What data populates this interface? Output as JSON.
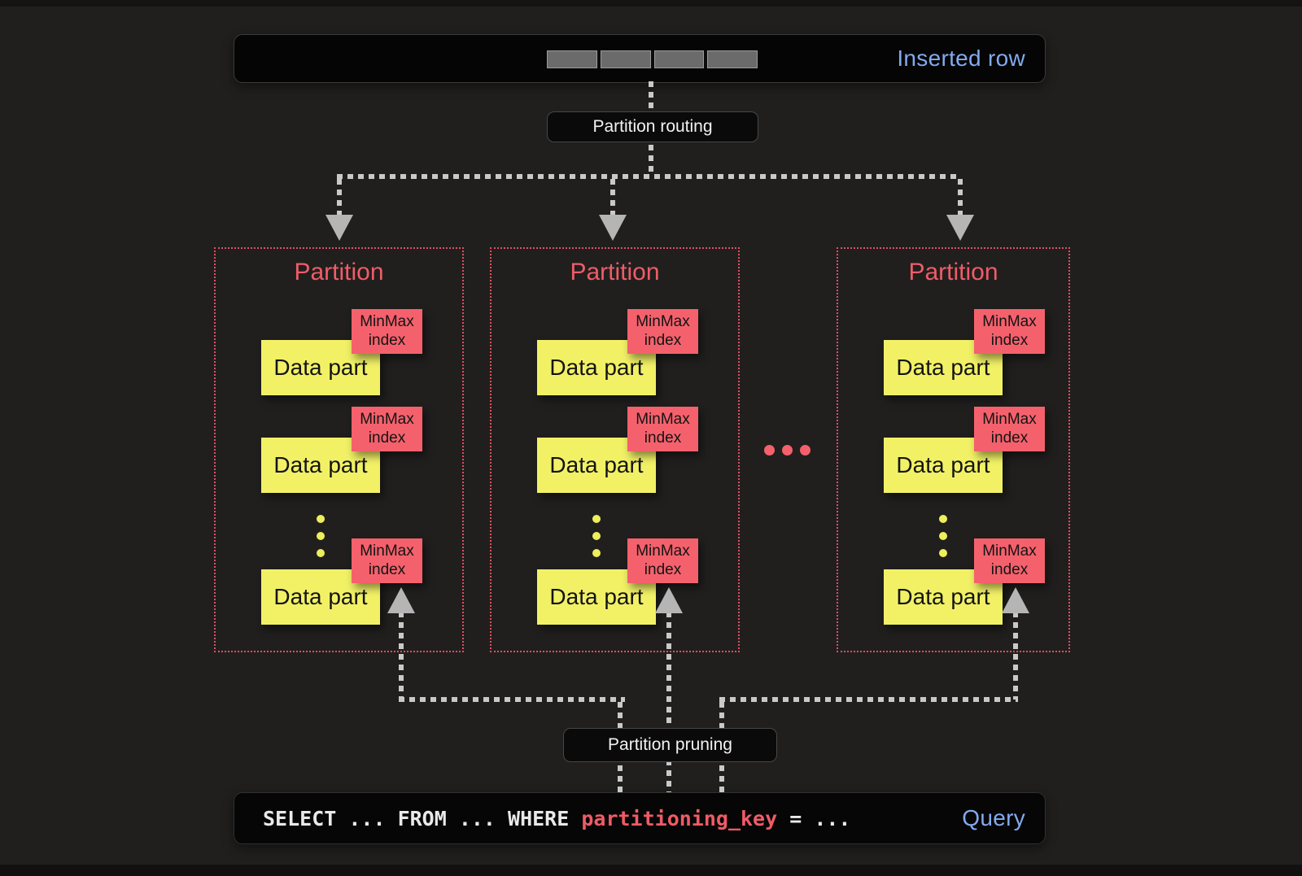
{
  "inserted_row_bar": {
    "label": "Inserted row",
    "segments": 4
  },
  "routing_label": "Partition routing",
  "pruning_label": "Partition pruning",
  "partitions": [
    {
      "title": "Partition",
      "parts": [
        {
          "label": "Data part",
          "tag": "MinMax index"
        },
        {
          "label": "Data part",
          "tag": "MinMax index"
        },
        {
          "label": "Data part",
          "tag": "MinMax index"
        }
      ]
    },
    {
      "title": "Partition",
      "parts": [
        {
          "label": "Data part",
          "tag": "MinMax index"
        },
        {
          "label": "Data part",
          "tag": "MinMax index"
        },
        {
          "label": "Data part",
          "tag": "MinMax index"
        }
      ]
    },
    {
      "title": "Partition",
      "parts": [
        {
          "label": "Data part",
          "tag": "MinMax index"
        },
        {
          "label": "Data part",
          "tag": "MinMax index"
        },
        {
          "label": "Data part",
          "tag": "MinMax index"
        }
      ]
    }
  ],
  "query_bar": {
    "code_prefix": "SELECT ... FROM ... WHERE ",
    "code_key": "partitioning_key",
    "code_suffix": " = ...",
    "label": "Query"
  },
  "colors": {
    "accent_blue": "#82AAEF",
    "salmon_red": "#F4616C",
    "part_yellow": "#F2F166",
    "partition_border": "#DD5060",
    "line_gray": "#c9c9c9",
    "bar_black": "#060606",
    "background": "#201F1E"
  }
}
